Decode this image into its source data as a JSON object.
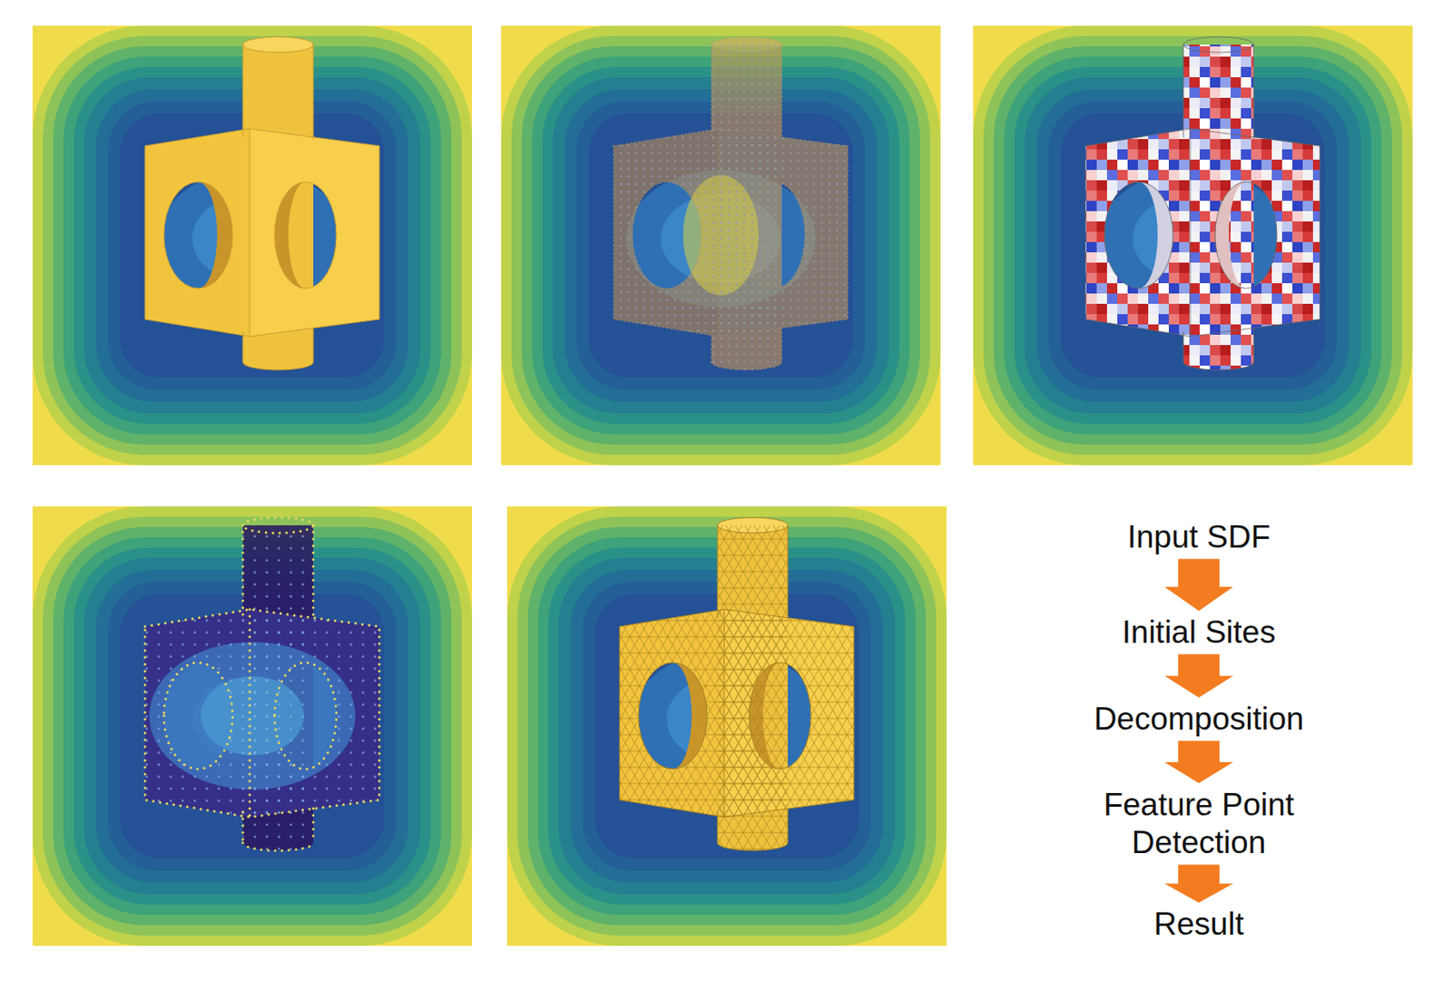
{
  "diagram": {
    "nodes": [
      {
        "text": [
          "Input SDF"
        ]
      },
      {
        "text": [
          "Initial Sites"
        ]
      },
      {
        "text": [
          "Decomposition"
        ]
      },
      {
        "text": [
          "Feature Point Detection"
        ]
      },
      {
        "text": [
          "Result"
        ]
      }
    ],
    "edges": [
      {
        "from": 0,
        "to": 1,
        "arrow": "to"
      },
      {
        "from": 1,
        "to": 2,
        "arrow": "to"
      },
      {
        "from": 2,
        "to": 3,
        "arrow": "to"
      },
      {
        "from": 3,
        "to": 4,
        "arrow": "to"
      }
    ]
  }
}
